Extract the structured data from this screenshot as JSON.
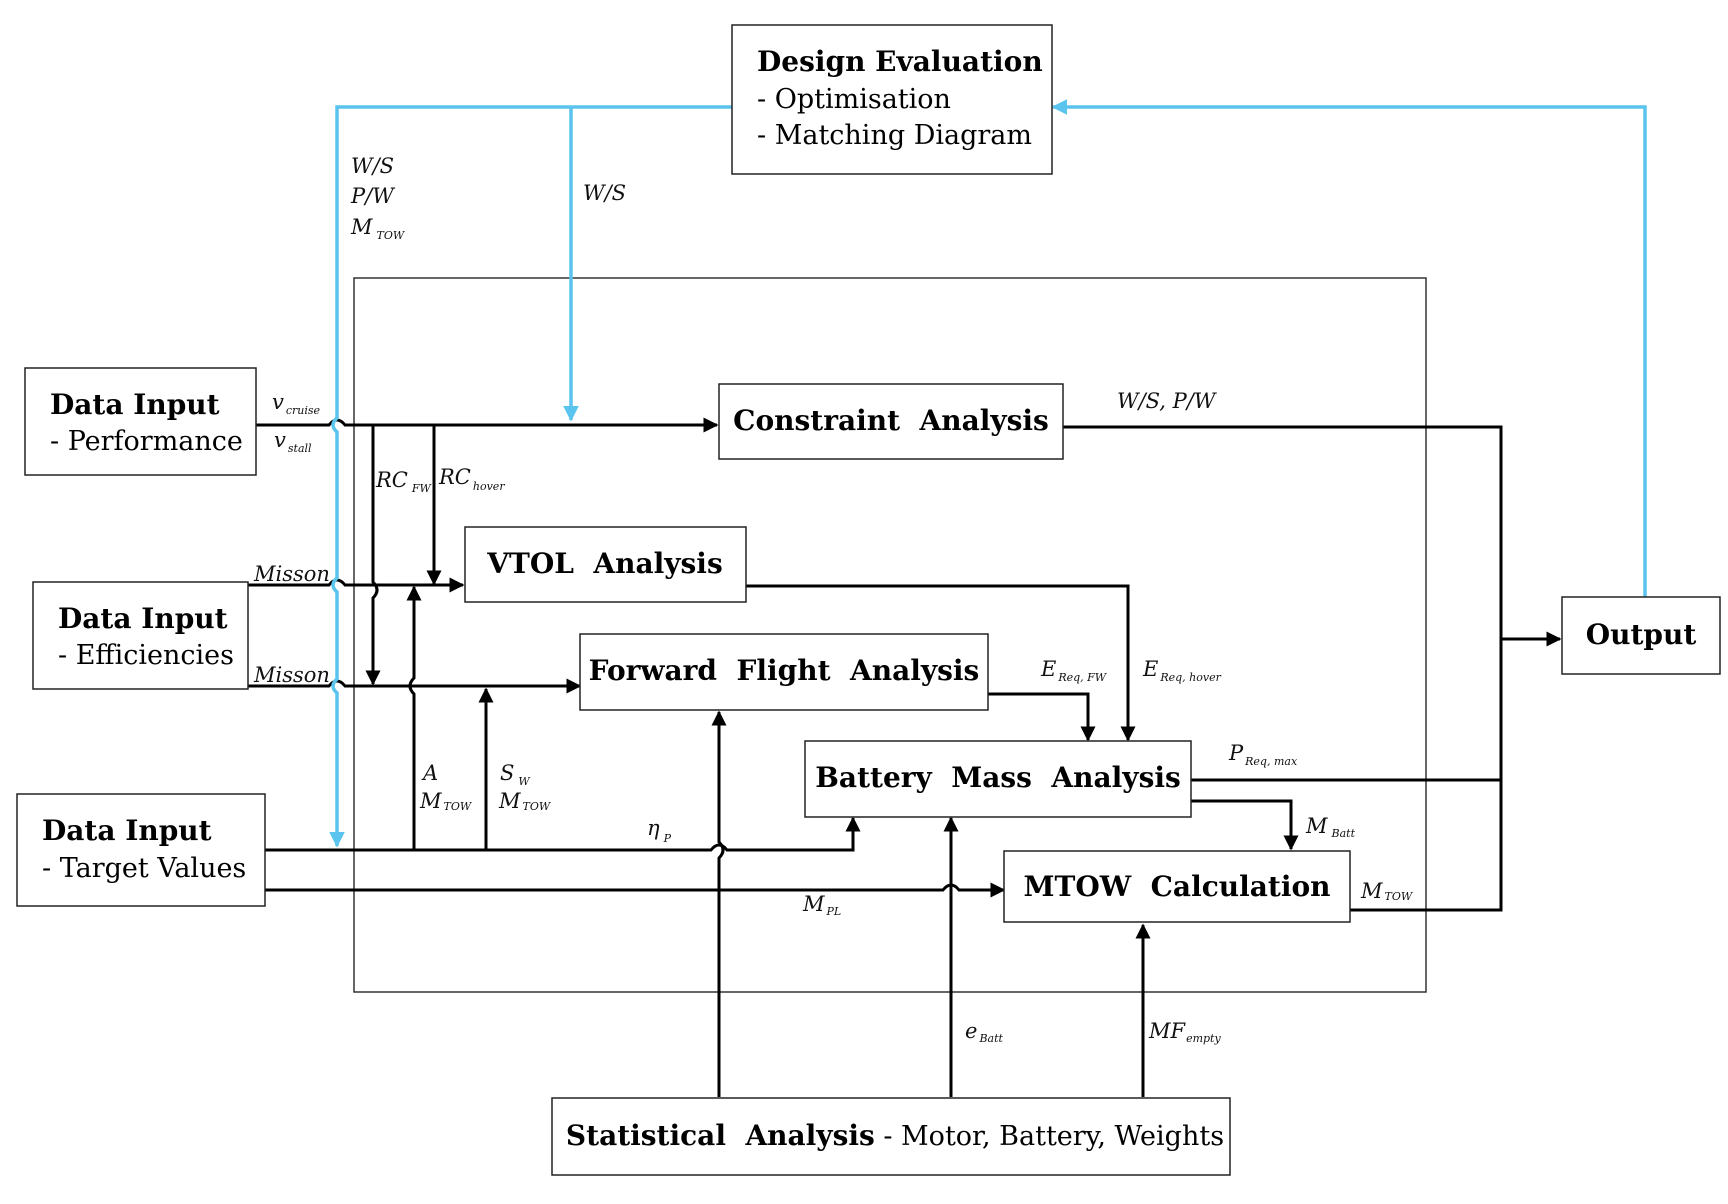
{
  "colors": {
    "feedback": "#5bc4ee",
    "flow": "#000000"
  },
  "blocks": {
    "design_eval": {
      "title": "Design Evaluation",
      "line1": "- Optimisation",
      "line2": "- Matching Diagram"
    },
    "input_perf": {
      "title": "Data Input",
      "sub": "- Performance"
    },
    "input_eff": {
      "title": "Data Input",
      "sub": "- Efficiencies"
    },
    "input_target": {
      "title": "Data Input",
      "sub": "- Target Values"
    },
    "constraint": {
      "title": "Constraint  Analysis"
    },
    "vtol": {
      "title": "VTOL  Analysis"
    },
    "forward": {
      "title": "Forward  Flight  Analysis"
    },
    "battery": {
      "title": "Battery  Mass  Analysis"
    },
    "mtow": {
      "title": "MTOW  Calculation"
    },
    "output": {
      "title": "Output"
    },
    "stat": {
      "title": "Statistical  Analysis",
      "sub": " - Motor, Battery, Weights"
    }
  },
  "labels": {
    "fb_ws": "W/S",
    "fb_pw": "P/W",
    "fb_m": "M",
    "fb_m_sub": "TOW",
    "fb_ws2": "W/S",
    "v1": "v",
    "v1_sub": "cruise",
    "v2": "v",
    "v2_sub": "stall",
    "rc1": "RC",
    "rc1_sub": "FW",
    "rc2": "RC",
    "rc2_sub": "hover",
    "mis1": "Misson",
    "mis2": "Misson",
    "ws_pw": "W/S, P/W",
    "e_fw": "E",
    "e_fw_sub": "Req, FW",
    "e_hov": "E",
    "e_hov_sub": "Req, hover",
    "p_req": "P",
    "p_req_sub": "Req, max",
    "m_batt": "M",
    "m_batt_sub": "Batt",
    "m_tow_out": "M",
    "m_tow_out_sub": "TOW",
    "a": "A",
    "a_m": "M",
    "a_m_sub": "TOW",
    "s": "S",
    "s_sub": "W",
    "s_m": "M",
    "s_m_sub": "TOW",
    "eta": "η",
    "eta_sub": "P",
    "mpl": "M",
    "mpl_sub": "PL",
    "e_batt": "e",
    "e_batt_sub": "Batt",
    "mf": "MF",
    "mf_sub": "empty"
  }
}
